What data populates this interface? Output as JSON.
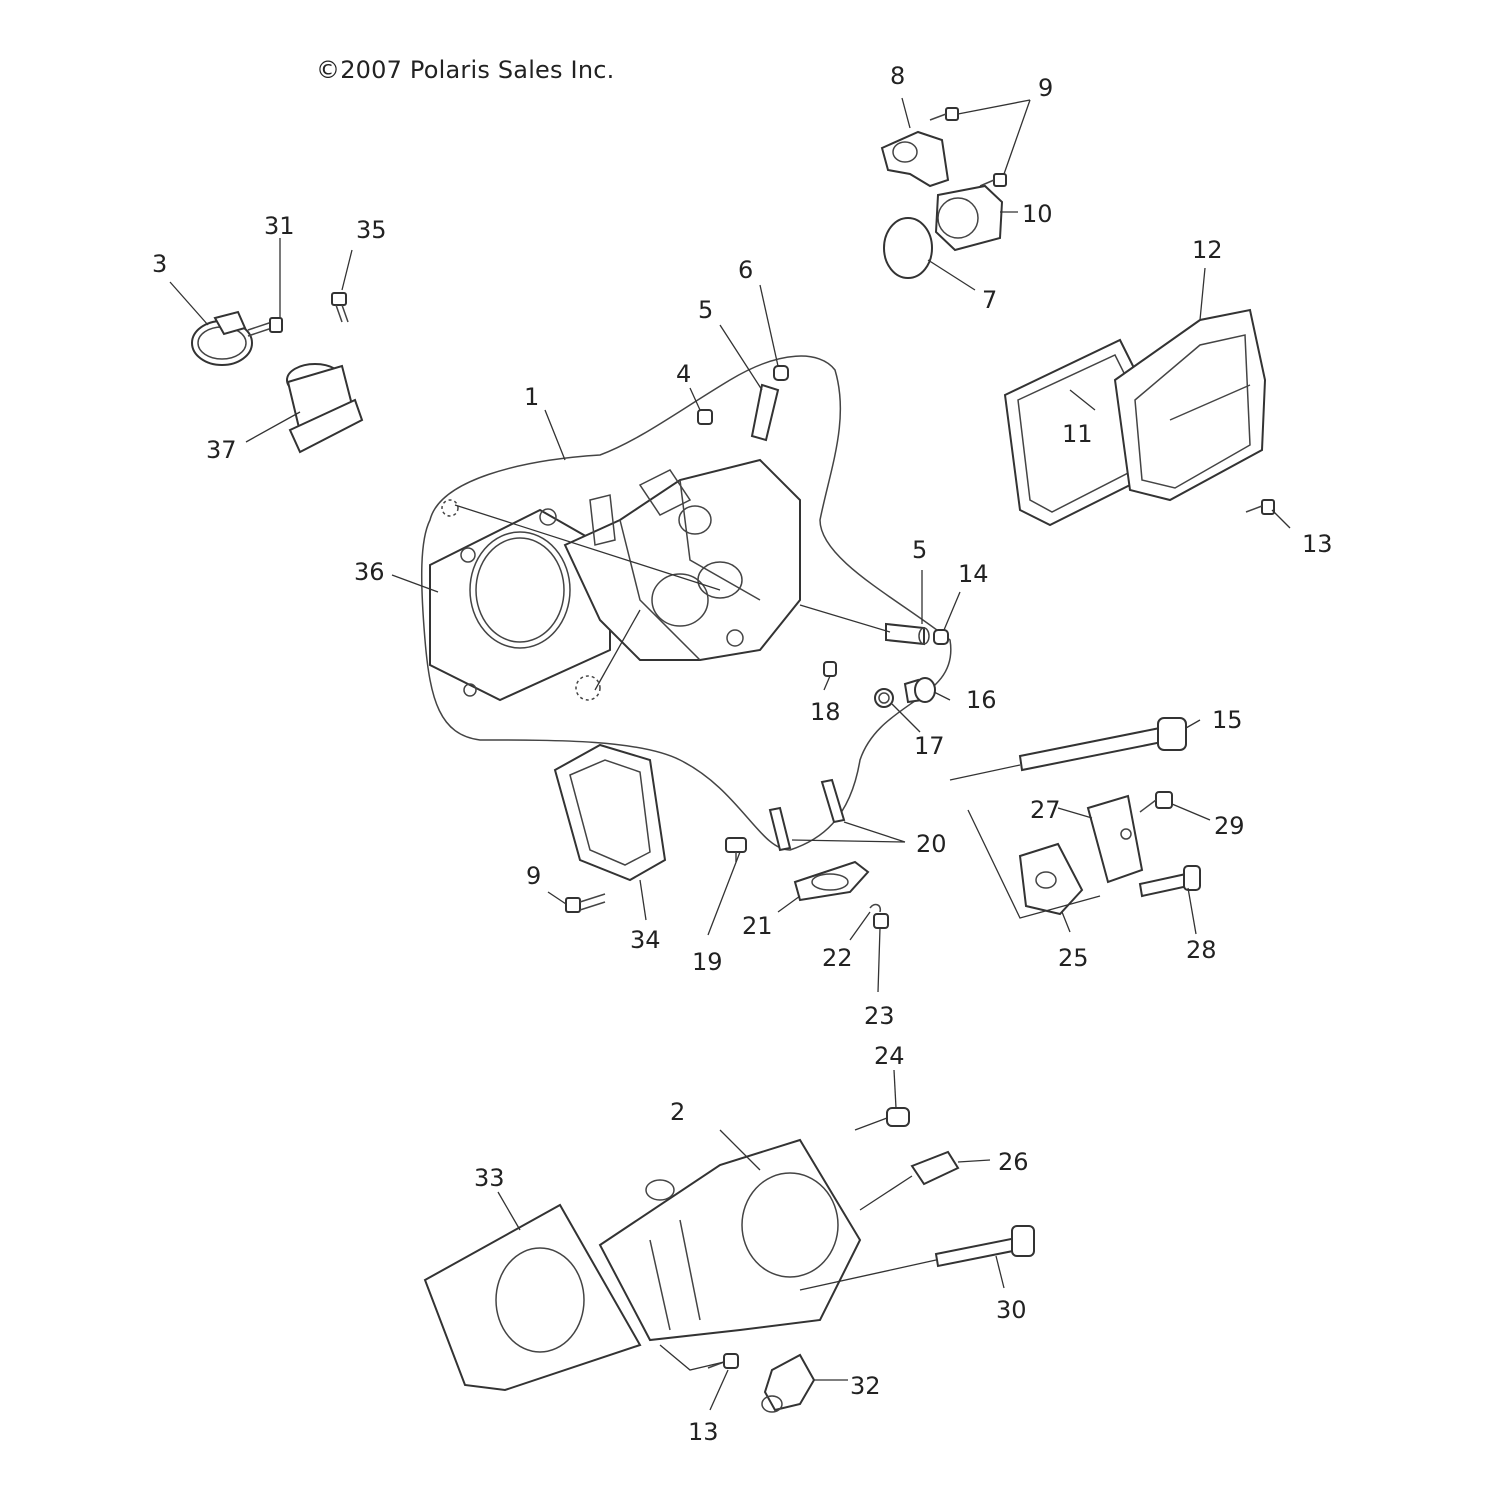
{
  "copyright": "©2007 Polaris Sales Inc.",
  "callouts": [
    "1",
    "2",
    "3",
    "4",
    "5",
    "5",
    "6",
    "7",
    "8",
    "9",
    "9",
    "10",
    "11",
    "12",
    "13",
    "13",
    "14",
    "15",
    "16",
    "17",
    "18",
    "19",
    "20",
    "21",
    "22",
    "23",
    "24",
    "25",
    "26",
    "27",
    "28",
    "29",
    "30",
    "31",
    "32",
    "33",
    "34",
    "35",
    "36",
    "37"
  ]
}
